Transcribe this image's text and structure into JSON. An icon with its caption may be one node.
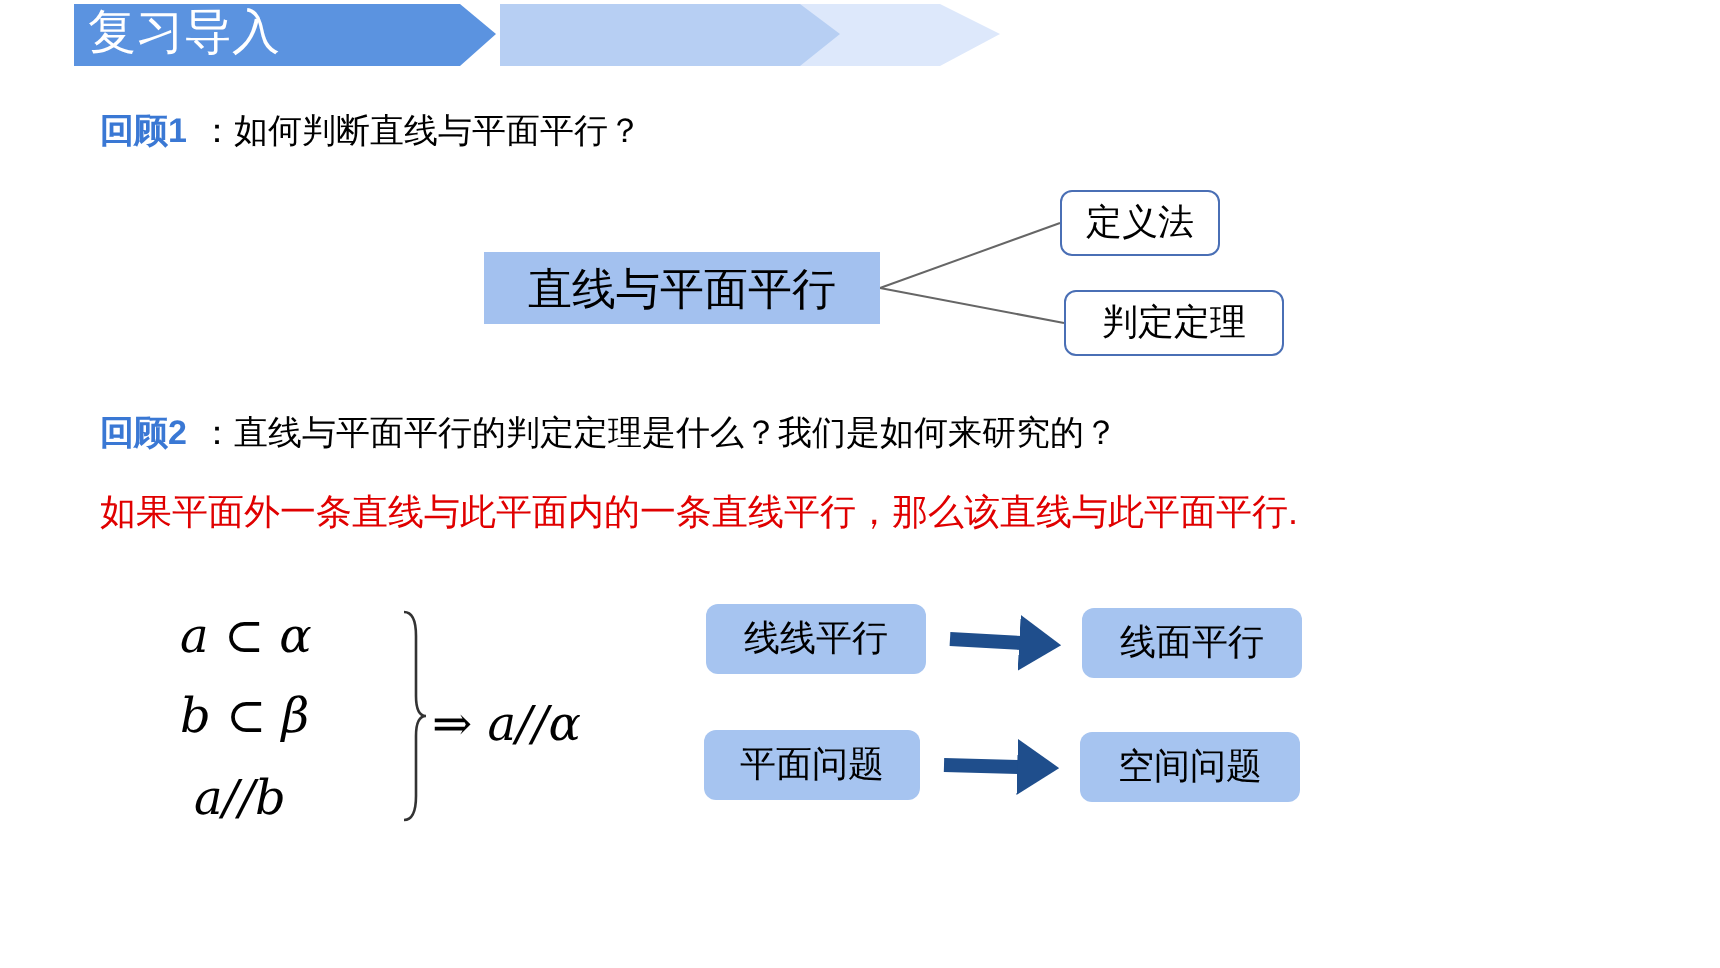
{
  "diagram": {
    "title": "复习导入",
    "nodes": [
      {
        "text": [
          "直线与平面平行"
        ]
      },
      {
        "text": [
          "定义法"
        ]
      },
      {
        "text": [
          "判定定理"
        ]
      },
      {
        "text": [
          "线线平行"
        ]
      },
      {
        "text": [
          "线面平行"
        ]
      },
      {
        "text": [
          "平面问题"
        ]
      },
      {
        "text": [
          "空间问题"
        ]
      }
    ],
    "edges": [
      {
        "from": 0,
        "to": 1,
        "arrow": "none"
      },
      {
        "from": 0,
        "to": 2,
        "arrow": "none"
      },
      {
        "from": 3,
        "to": 4,
        "arrow": "to",
        "style": "thick",
        "color": "#1f4e8c"
      },
      {
        "from": 5,
        "to": 6,
        "arrow": "to",
        "style": "thick",
        "color": "#1f4e8c"
      }
    ],
    "labels": [
      "回顾1",
      "：如何判断直线与平面平行？",
      "回顾2",
      "：直线与平面平行的判定定理是什么？我们是如何来研究的？",
      "如果平面外一条直线与此平面内的一条直线平行，那么该直线与此平面平行.",
      "a ⊂ α",
      "b ⊂ β",
      "a//b",
      "⇒ a//α"
    ]
  }
}
